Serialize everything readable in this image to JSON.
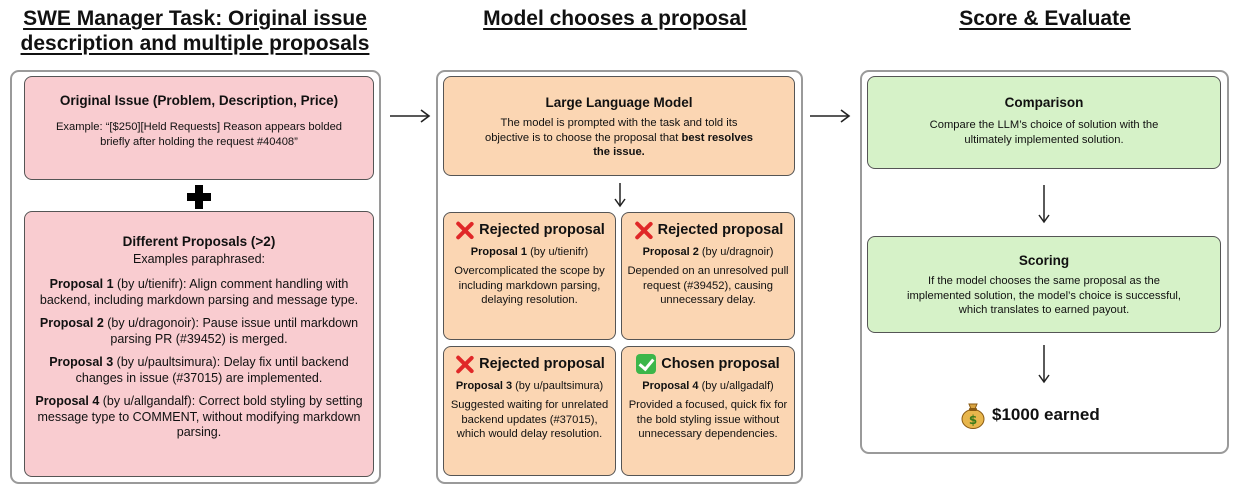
{
  "titles": {
    "left_line1": "SWE Manager Task: Original issue",
    "left_line2": "description and multiple proposals",
    "middle": "Model chooses a proposal",
    "right": "Score & Evaluate"
  },
  "left": {
    "issue": {
      "header": "Original Issue (Problem, Description, Price)",
      "example": "Example: “[$250][Held Requests] Reason appears bolded briefly after holding the request #40408”"
    },
    "proposals_header": "Different Proposals (>2)",
    "proposals_sub": "Examples paraphrased:",
    "proposals": [
      {
        "label": "Proposal 1",
        "author": " (by u/tienifr): ",
        "text": " Align comment handling with backend, including markdown parsing and message type."
      },
      {
        "label": "Proposal 2",
        "author": " (by u/dragonoir)",
        "text": ": Pause issue until markdown parsing PR (#39452) is merged."
      },
      {
        "label": "Proposal 3",
        "author": " (by u/paultsimura)",
        "text": ": Delay fix until backend changes in issue (#37015) are implemented."
      },
      {
        "label": "Proposal 4",
        "author": " (by u/allgandalf)",
        "text": ": Correct bold styling by setting message type to COMMENT, without modifying markdown parsing."
      }
    ]
  },
  "middle": {
    "llm_header": "Large Language Model",
    "llm_text": "The model is prompted with the task and told its objective is to choose the proposal that ",
    "llm_bold": "best resolves the issue.",
    "cards": [
      {
        "status": "Rejected proposal",
        "label": "Proposal 1",
        "author": " (by u/tienifr)",
        "text": "Overcomplicated the scope by including markdown parsing, delaying resolution."
      },
      {
        "status": "Rejected proposal",
        "label": "Proposal 2",
        "author": " (by u/dragnoir)",
        "text": "Depended on an unresolved pull request (#39452), causing unnecessary delay."
      },
      {
        "status": "Rejected proposal",
        "label": "Proposal 3",
        "author": " (by u/paultsimura)",
        "text": "Suggested waiting for unrelated backend updates (#37015), which would delay resolution."
      },
      {
        "status": "Chosen proposal",
        "label": "Proposal 4",
        "author": " (by u/allgadalf)",
        "text": "Provided a focused, quick fix for the bold styling issue without unnecessary dependencies."
      }
    ]
  },
  "right": {
    "comparison_header": "Comparison",
    "comparison_text": "Compare the LLM’s choice of solution with the ultimately implemented solution.",
    "scoring_header": "Scoring",
    "scoring_text": "If the model chooses the same proposal as the implemented solution, the model’s choice is successful, which translates to earned payout.",
    "earned": "$1000 earned"
  },
  "icons": {
    "plus": "plus-icon",
    "reject": "red-x-icon",
    "chosen": "green-check-icon",
    "money": "money-bag-icon"
  },
  "colors": {
    "pink": "#f9ccd0",
    "orange": "#fbd6b3",
    "green": "#d6f2c8",
    "reject_red": "#e02828",
    "check_green": "#3cb64a"
  }
}
